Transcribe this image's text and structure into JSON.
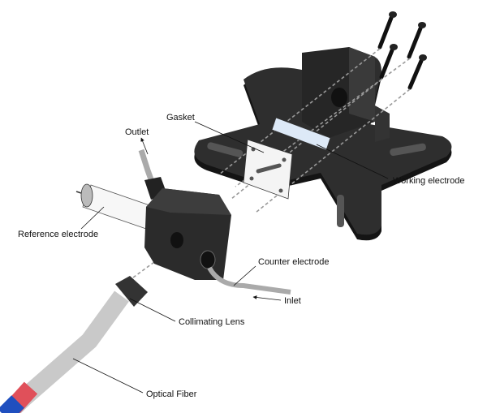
{
  "labels": {
    "gasket": "Gasket",
    "outlet": "Outlet",
    "reference_electrode": "Reference electrode",
    "working_electrode": "Working electrode",
    "counter_electrode": "Counter electrode",
    "inlet": "Inlet",
    "collimating_lens": "Collimating Lens",
    "optical_fiber": "Optical Fiber"
  },
  "colors": {
    "body_dark": "#2b2b2b",
    "base_dark": "#1e1e1e",
    "working_electrode": "#dde9f7",
    "fiber": "#c9c9c9",
    "fiber_blue": "#1f4fbf",
    "fiber_red": "#e0505a"
  }
}
